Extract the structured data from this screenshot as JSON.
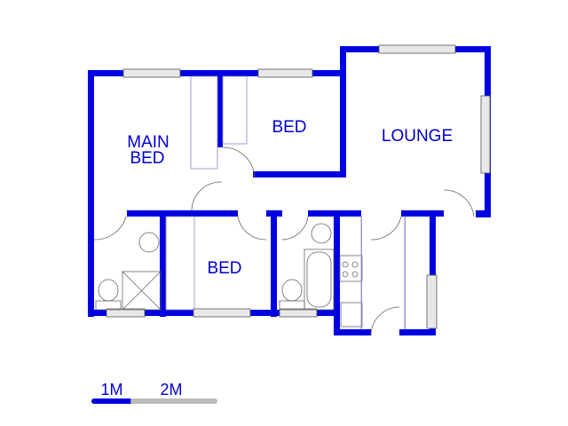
{
  "rooms": {
    "main_bed_line1": "MAIN",
    "main_bed_line2": "BED",
    "bed_top": "BED",
    "lounge": "LOUNGE",
    "bed_bottom": "BED"
  },
  "scale": {
    "label_1": "1M",
    "label_2": "2M"
  },
  "colors": {
    "wall": "#0000e0",
    "scale_filled": "#0000e0",
    "scale_empty": "#bbbbbb"
  }
}
